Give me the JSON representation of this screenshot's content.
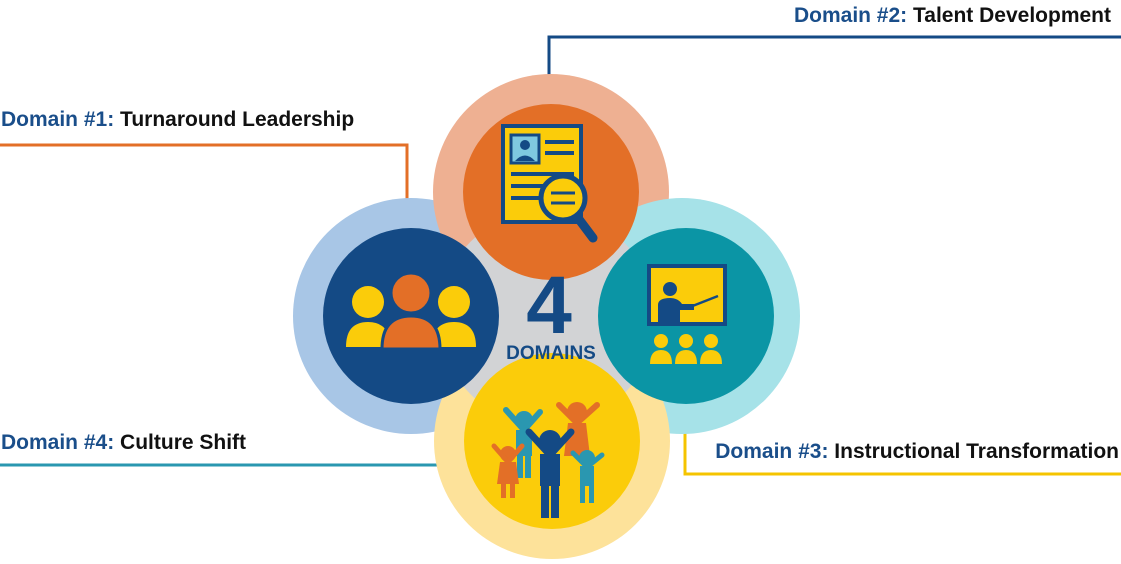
{
  "center": {
    "number": "4",
    "label": "DOMAINS"
  },
  "domains": [
    {
      "id": "d1",
      "number": "Domain #1:",
      "name": "Turnaround Leadership",
      "color": "#e36f27",
      "icon": "team-people-icon"
    },
    {
      "id": "d2",
      "number": "Domain #2:",
      "name": "Talent Development",
      "color": "#144a85",
      "icon": "resume-search-icon"
    },
    {
      "id": "d3",
      "number": "Domain #3:",
      "name": "Instructional Transformation",
      "color": "#f5c400",
      "icon": "teacher-classroom-icon"
    },
    {
      "id": "d4",
      "number": "Domain #4:",
      "name": "Culture Shift",
      "color": "#2a97b0",
      "icon": "celebrating-people-icon"
    }
  ],
  "colors": {
    "navy": "#144a85",
    "orange": "#e36f27",
    "teal": "#0b95a5",
    "yellow": "#fbcc0a",
    "center_grey": "#d2d3d5"
  }
}
